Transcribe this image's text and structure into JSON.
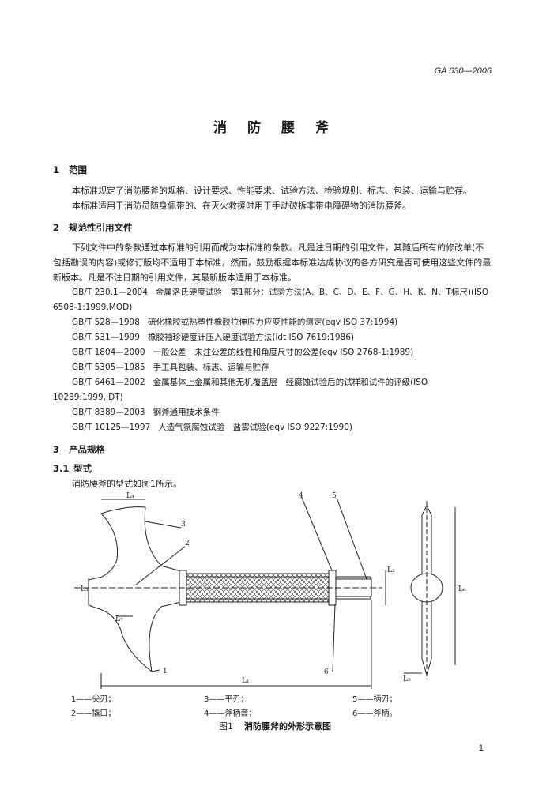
{
  "header": {
    "standard_code": "GA 630—2006"
  },
  "title": "消 防 腰 斧",
  "sections": {
    "s1": {
      "num": "1",
      "heading": "范围",
      "para1": "本标准规定了消防腰斧的规格、设计要求、性能要求、试验方法、检验规则、标志、包装、运输与贮存。",
      "para2": "本标准适用于消防员随身佩带的、在灭火救援时用于手动破拆非带电障碍物的消防腰斧。"
    },
    "s2": {
      "num": "2",
      "heading": "规范性引用文件",
      "intro": "下列文件中的条款通过本标准的引用而成为本标准的条款。凡是注日期的引用文件，其随后所有的修改单(不包括勘误的内容)或修订版均不适用于本标准，然而，鼓励根据本标准达成协议的各方研究是否可使用这些文件的最新版本。凡是不注日期的引用文件，其最新版本适用于本标准。",
      "refs": [
        {
          "code": "GB/T 230.1—2004",
          "text": "金属洛氏硬度试验　第1部分：试验方法(A、B、C、D、E、F、G、H、K、N、T标尺)(ISO 6508-1:1999,MOD)"
        },
        {
          "code": "GB/T 528—1998",
          "text": "硫化橡胶或热塑性橡胶拉伸应力应变性能的测定(eqv ISO 37:1994)"
        },
        {
          "code": "GB/T 531—1999",
          "text": "橡胶袖珍硬度计压入硬度试验方法(idt ISO 7619:1986)"
        },
        {
          "code": "GB/T 1804—2000",
          "text": "一般公差　未注公差的线性和角度尺寸的公差(eqv ISO 2768-1:1989)"
        },
        {
          "code": "GB/T 5305—1985",
          "text": "手工具包装、标志、运输与贮存"
        },
        {
          "code": "GB/T 6461—2002",
          "text": "金属基体上金属和其他无机覆盖层　经腐蚀试验后的试样和试件的评级(ISO 10289:1999,IDT)"
        },
        {
          "code": "GB/T 8389—2003",
          "text": "钢斧通用技术条件"
        },
        {
          "code": "GB/T 10125—1997",
          "text": "人造气氛腐蚀试验　盐雾试验(eqv ISO 9227:1990)"
        }
      ]
    },
    "s3": {
      "num": "3",
      "heading": "产品规格",
      "sub_num": "3.1",
      "sub_heading": "型式",
      "sub_para": "消防腰斧的型式如图1所示。"
    }
  },
  "figure": {
    "labels": {
      "n1": "1",
      "n2": "2",
      "n3": "3",
      "n4": "4",
      "n5": "5",
      "n6": "6",
      "L1": "L₁",
      "L2": "L₂",
      "L3": "L₃",
      "L4": "L₄",
      "L5": "L₅",
      "L6": "L₆",
      "L7": "L₇"
    },
    "legend": [
      "1——尖刃；",
      "2——撬口；",
      "3——平刃；",
      "4——斧柄套；",
      "5——柄刃；",
      "6——斧柄。"
    ],
    "caption_num": "图1",
    "caption_text": "消防腰斧的外形示意图"
  },
  "footer": {
    "page_number": "1"
  }
}
